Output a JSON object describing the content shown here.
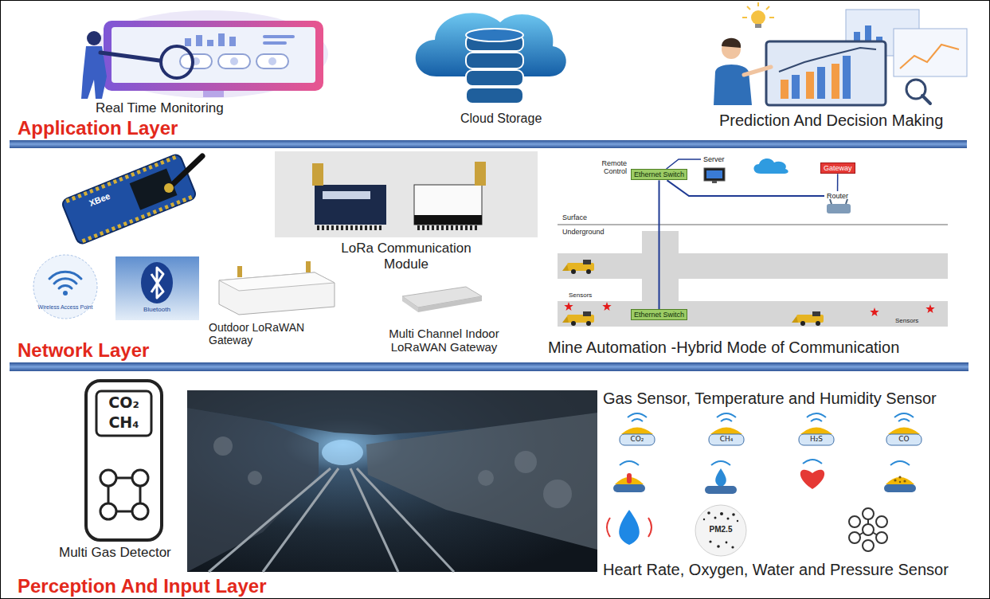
{
  "diagram": {
    "nodes": [
      {
        "text": [
          "Application Layer"
        ]
      },
      {
        "text": [
          "Network Layer"
        ]
      },
      {
        "text": [
          "Mine Automation -Hybrid Mode of Communication"
        ],
        "in": 1
      },
      {
        "text": [
          "Ethernet Switch"
        ],
        "in": 2
      },
      {
        "text": [
          "Server"
        ],
        "in": 2
      },
      {
        "text": [
          "Gateway"
        ],
        "in": 2
      },
      {
        "text": [
          "Router"
        ],
        "in": 2
      },
      {
        "text": [
          "Ethernet Switch"
        ],
        "in": 2
      },
      {
        "text": [
          "Perception And Input Layer"
        ]
      }
    ],
    "edges": [
      {
        "from": 3,
        "to": 4,
        "arrow": "none"
      },
      {
        "from": 3,
        "to": 6,
        "arrow": "none"
      },
      {
        "from": 6,
        "to": 5,
        "arrow": "none"
      },
      {
        "from": 3,
        "to": 7,
        "arrow": "none"
      }
    ],
    "labels": [
      "Real Time Monitoring",
      "Cloud Storage",
      "Prediction And Decision Making",
      "XBee",
      "LoRa Communication Module",
      "Wireless Access Point",
      "Bluetooth",
      "Outdoor LoRaWAN Gateway",
      "Multi Channel Indoor LoRaWAN Gateway",
      "Remote Control",
      "Surface",
      "Underground",
      "Sensors",
      "Sensors",
      "CO₂",
      "CH₄",
      "Multi Gas Detector",
      "Gas Sensor, Temperature and Humidity Sensor",
      "CO₂",
      "CH₄",
      "H₂S",
      "CO",
      "PM2.5",
      "Heart Rate, Oxygen, Water and Pressure Sensor"
    ]
  }
}
